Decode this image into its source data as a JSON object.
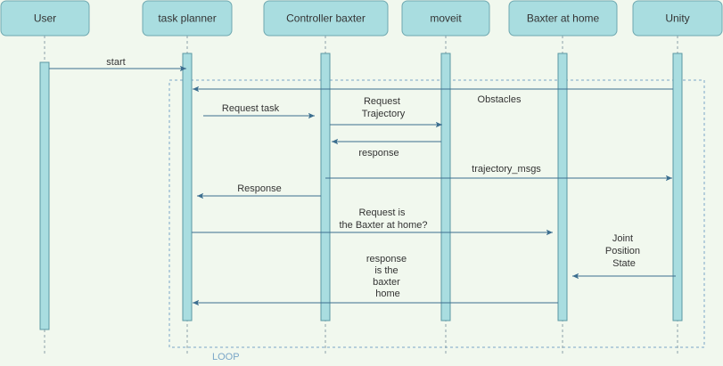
{
  "participants": [
    {
      "id": "user",
      "label": "User"
    },
    {
      "id": "planner",
      "label": "task planner"
    },
    {
      "id": "controller",
      "label": "Controller baxter"
    },
    {
      "id": "moveit",
      "label": "moveit"
    },
    {
      "id": "baxter",
      "label": "Baxter at home"
    },
    {
      "id": "unity",
      "label": "Unity"
    }
  ],
  "messages": [
    {
      "id": "start",
      "lines": [
        "start"
      ]
    },
    {
      "id": "obstacles",
      "lines": [
        "Obstacles"
      ]
    },
    {
      "id": "request-task",
      "lines": [
        "Request task"
      ]
    },
    {
      "id": "request-trajectory",
      "lines": [
        "Request",
        "Trajectory"
      ]
    },
    {
      "id": "response-moveit",
      "lines": [
        "response"
      ]
    },
    {
      "id": "trajectory-msgs",
      "lines": [
        "trajectory_msgs"
      ]
    },
    {
      "id": "response-controller",
      "lines": [
        "Response"
      ]
    },
    {
      "id": "request-baxter-home",
      "lines": [
        "Request is",
        "the Baxter at home?"
      ]
    },
    {
      "id": "joint-position-state",
      "lines": [
        "Joint",
        "Position",
        "State"
      ]
    },
    {
      "id": "response-baxter-home",
      "lines": [
        "response",
        "is the",
        "baxter",
        "home"
      ]
    }
  ],
  "loop": {
    "label": "LOOP"
  },
  "colors": {
    "background": "#f1f8ee",
    "actor_fill": "#a9dde0",
    "arrow": "#3c6e8f",
    "loop": "#7aa6c8"
  }
}
